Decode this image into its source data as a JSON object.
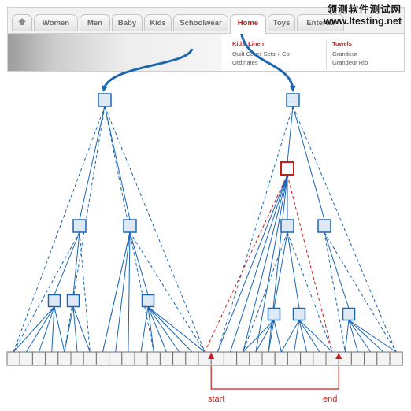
{
  "tabs": [
    {
      "label": "",
      "icon": "home-icon"
    },
    {
      "label": "Women"
    },
    {
      "label": "Men"
    },
    {
      "label": "Baby"
    },
    {
      "label": "Kids"
    },
    {
      "label": "Schoolwear"
    },
    {
      "label": "Home",
      "active": true
    },
    {
      "label": "Toys"
    },
    {
      "label": "Entertai"
    }
  ],
  "menu": {
    "col1_heading": "Kids' Linen",
    "col1_item1": "Quilt Cover Sets + Co-",
    "col1_item2": "Ordinates",
    "col2_heading": "Towels",
    "col2_item1": "Grandeur",
    "col2_item2": "Grandeur Rib"
  },
  "watermark": {
    "line1": "领测软件测试网",
    "line2": "www.ltesting.net"
  },
  "diagram": {
    "start_label": "start",
    "end_label": "end",
    "colors": {
      "line": "#1a66b3",
      "node_fill": "#dfe9f6",
      "highlight": "#cc1a1a",
      "array_cell": "#f4f4f4"
    },
    "cell_count": 31
  }
}
